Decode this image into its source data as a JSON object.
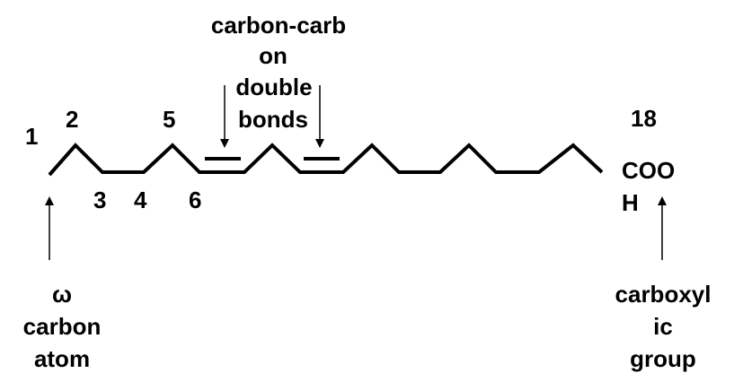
{
  "diagram": {
    "top_label": [
      "carbon-carb",
      "on",
      "double",
      "bonds"
    ],
    "carbon_numbers": {
      "c1": "1",
      "c2": "2",
      "c3": "3",
      "c4": "4",
      "c5": "5",
      "c6": "6",
      "c18": "18"
    },
    "carboxyl_end": [
      "COO",
      "H"
    ],
    "omega_label": [
      "ω",
      "carbon",
      "atom"
    ],
    "carboxyl_label": [
      "carboxyl",
      "ic",
      "group"
    ],
    "line_color": "#000000"
  }
}
